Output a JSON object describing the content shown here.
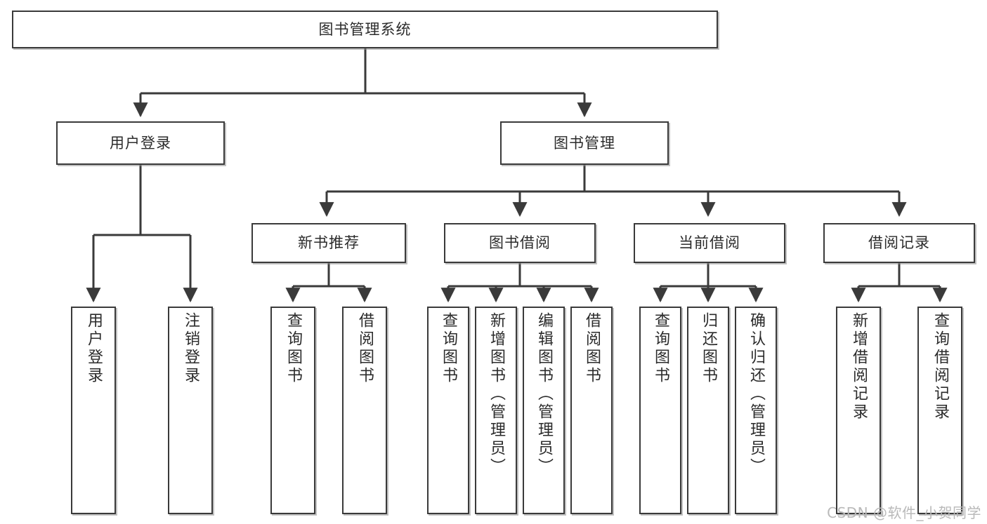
{
  "diagram": {
    "title": "图书管理系统",
    "type": "tree-hierarchy-chart",
    "watermark": "CSDN @软件_小贺同学",
    "colors": {
      "background": "#ffffff",
      "box_border": "#3a3a3a",
      "box_fill": "#ffffff",
      "connector": "#3a3a3a",
      "text": "#2b2b2b",
      "watermark": "#b9b9b9"
    },
    "levels": {
      "root": {
        "label": "图书管理系统"
      },
      "level2": [
        {
          "label": "用户登录"
        },
        {
          "label": "图书管理"
        }
      ],
      "level3": [
        {
          "label": "新书推荐"
        },
        {
          "label": "图书借阅"
        },
        {
          "label": "当前借阅"
        },
        {
          "label": "借阅记录"
        }
      ],
      "leaves": {
        "user_login": [
          {
            "label": "用户登录"
          },
          {
            "label": "注销登录"
          }
        ],
        "new_book_recommend": [
          {
            "label": "查询图书"
          },
          {
            "label": "借阅图书"
          }
        ],
        "book_borrow": [
          {
            "label": "查询图书"
          },
          {
            "label": "新增图书（管理员）"
          },
          {
            "label": "编辑图书（管理员）"
          },
          {
            "label": "借阅图书"
          }
        ],
        "current_borrow": [
          {
            "label": "查询图书"
          },
          {
            "label": "归还图书"
          },
          {
            "label": "确认归还（管理员）"
          }
        ],
        "borrow_record": [
          {
            "label": "新增借阅记录"
          },
          {
            "label": "查询借阅记录"
          }
        ]
      }
    }
  }
}
